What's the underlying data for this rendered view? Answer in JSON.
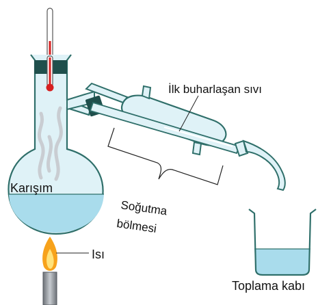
{
  "labels": {
    "mixture": "Karışım",
    "first_vapor": "İlk buharlaşan sıvı",
    "cooling_line1": "Soğutma",
    "cooling_line2": "bölmesi",
    "heat": "Isı",
    "collection": "Toplama kabı"
  },
  "colors": {
    "glass_outline": "#2f6f6a",
    "glass_fill": "#dff2f7",
    "liquid": "#a9dcec",
    "stopper": "#1f4f4c",
    "thermometer_bulb": "#d62020",
    "flame_outer": "#f7a21b",
    "flame_inner": "#ffe27a",
    "burner": "#8a8f96",
    "vapor": "#c9cdd2"
  }
}
